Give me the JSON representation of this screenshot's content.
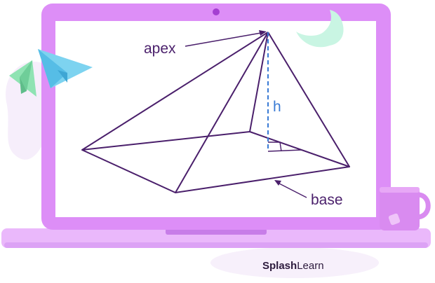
{
  "diagram": {
    "labels": {
      "apex": "apex",
      "height": "h",
      "base": "base"
    }
  },
  "branding": {
    "name_part1": "Splash",
    "name_part2": "Learn"
  },
  "colors": {
    "laptop_frame": "#dd8ef7",
    "laptop_base": "#eab8fb",
    "laptop_base_shadow": "#c77de8",
    "pyramid_stroke": "#4a1f6b",
    "height_line": "#3a7bd5",
    "label_text": "#4a1f6b",
    "mint_accent": "#c9f5e3",
    "plane_green": "#8fe3b3",
    "plane_blue": "#7dd3f0",
    "mug": "#d98bf0",
    "background_blob": "#f6eefb",
    "brand_text": "#2d1b3d",
    "camera": "#a43fd1"
  }
}
